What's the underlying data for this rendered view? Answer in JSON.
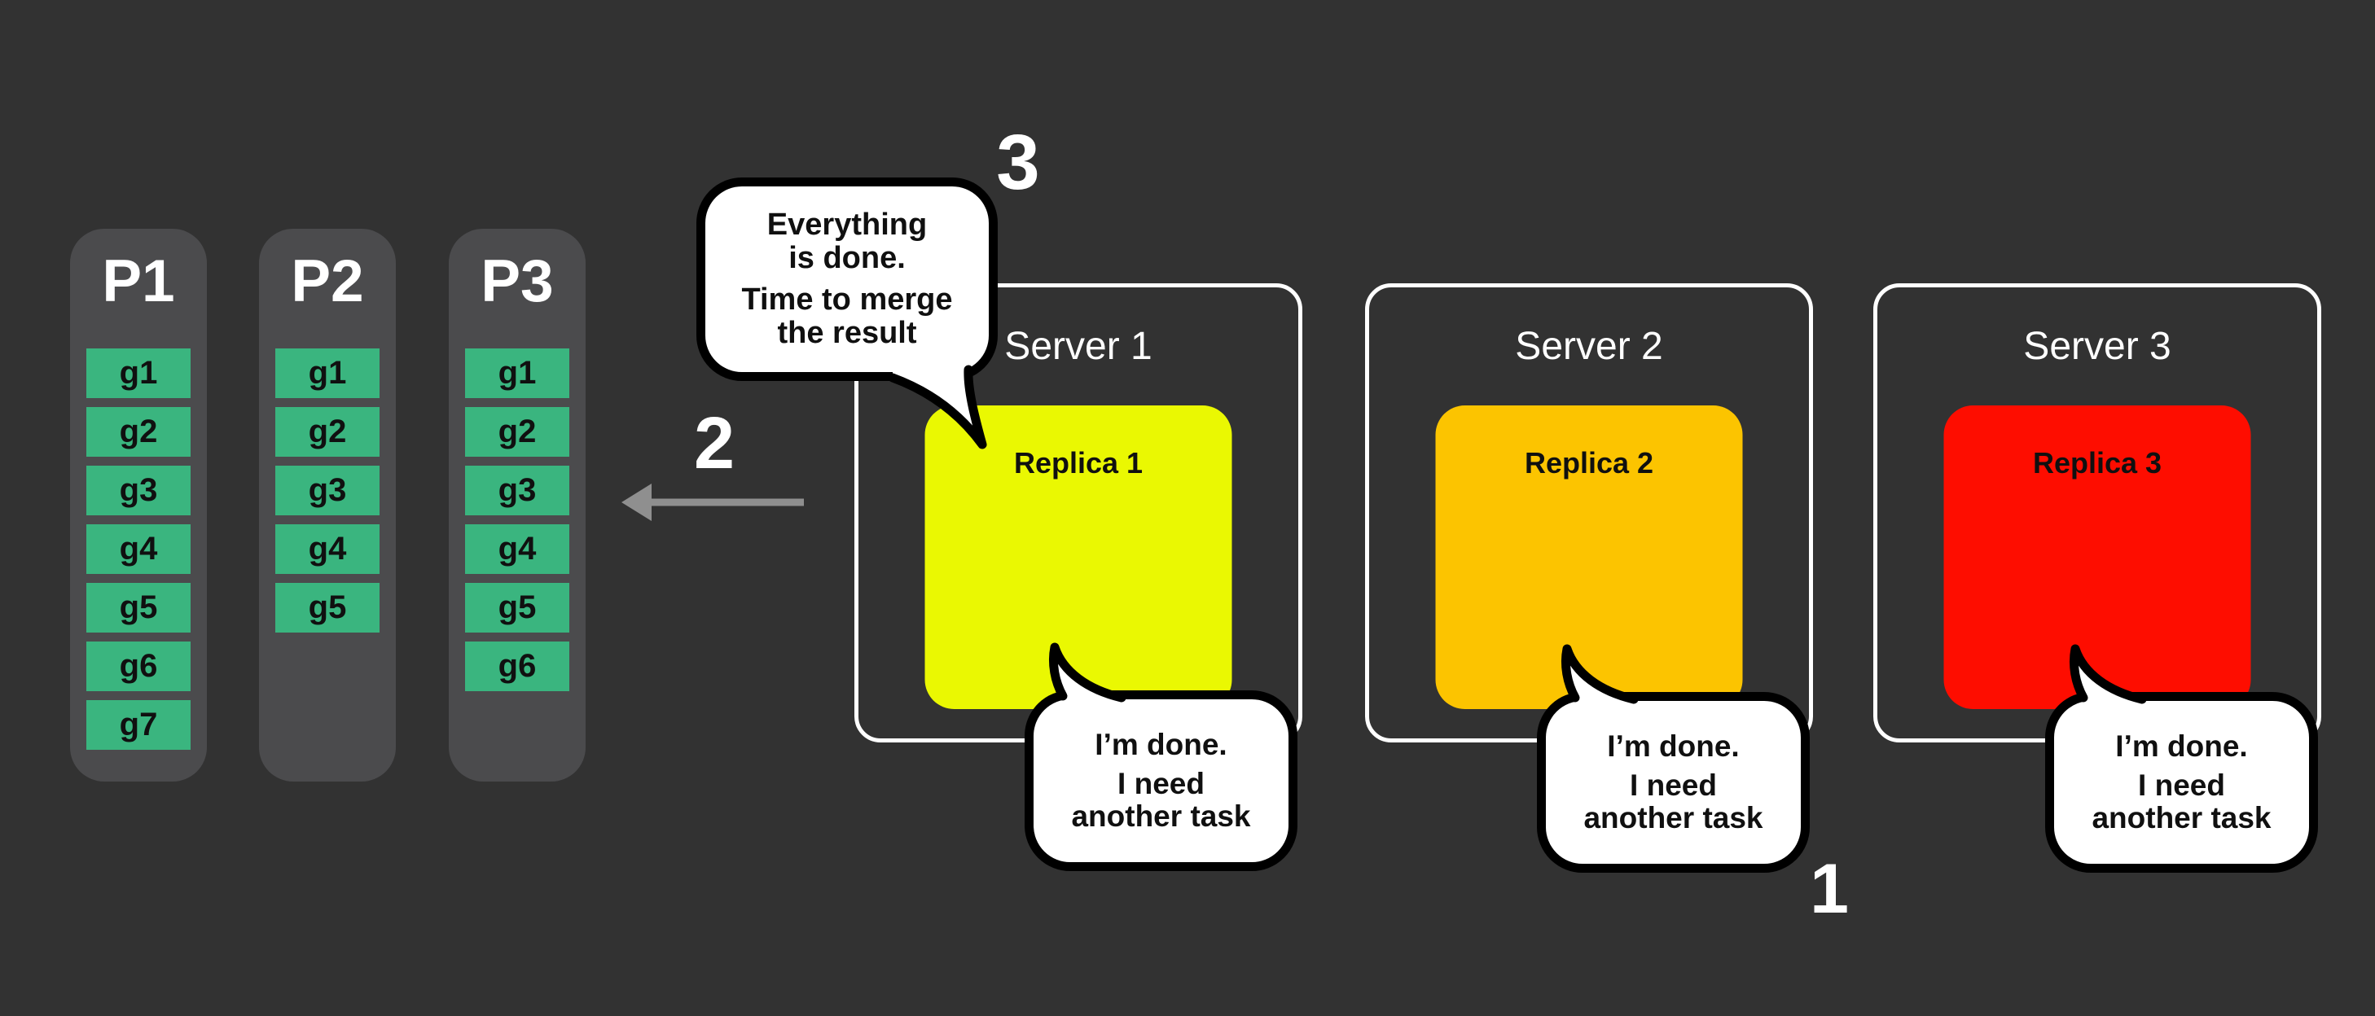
{
  "colors": {
    "canvas_bg": "#323232",
    "panel_gray": "#4b4b4d",
    "task_green": "#3ab57f",
    "replica_yellow": "#eaf802",
    "replica_orange": "#fcc400",
    "replica_red": "#fe0d00",
    "bubble_white": "#ffffff",
    "outline_black": "#000000",
    "outline_white": "#ffffff",
    "arrow_gray": "#8f8f8f",
    "text_white": "#ffffff",
    "text_black": "#101010"
  },
  "partitions": [
    {
      "label": "P1",
      "tasks": [
        "g1",
        "g2",
        "g3",
        "g4",
        "g5",
        "g6",
        "g7"
      ]
    },
    {
      "label": "P2",
      "tasks": [
        "g1",
        "g2",
        "g3",
        "g4",
        "g5"
      ]
    },
    {
      "label": "P3",
      "tasks": [
        "g1",
        "g2",
        "g3",
        "g4",
        "g5",
        "g6"
      ]
    }
  ],
  "servers": [
    {
      "label": "Server 1",
      "replica_label": "Replica 1",
      "replica_color": "#eaf802",
      "bubble_lines": [
        "I’m done.",
        "I need",
        "another task"
      ]
    },
    {
      "label": "Server 2",
      "replica_label": "Replica 2",
      "replica_color": "#fcc400",
      "bubble_lines": [
        "I’m done.",
        "I need",
        "another task"
      ]
    },
    {
      "label": "Server 3",
      "replica_label": "Replica 3",
      "replica_color": "#fe0d00",
      "bubble_lines": [
        "I’m done.",
        "I need",
        "another task"
      ]
    }
  ],
  "merge_bubble": {
    "lines": [
      "Everything",
      "is done.",
      "Time to merge",
      "the result"
    ]
  },
  "steps": {
    "request": "1",
    "assign": "2",
    "merge": "3"
  }
}
